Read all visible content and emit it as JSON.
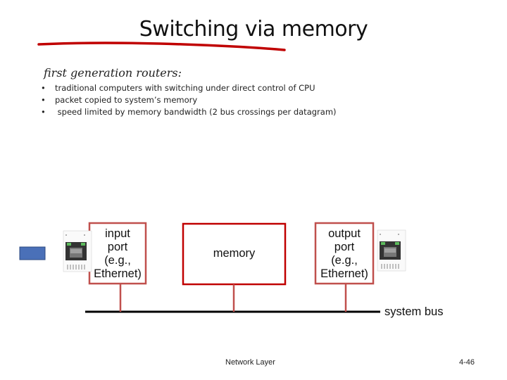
{
  "slide": {
    "title": "Switching via memory",
    "subtitle": "first generation routers:",
    "bullets": [
      {
        "marker": "•",
        "text": "traditional computers with switching under direct control of CPU"
      },
      {
        "marker": "•",
        "text": "packet copied to system’s memory"
      },
      {
        "marker": "•",
        "text": " speed limited by memory bandwidth (2 bus crossings per datagram)"
      }
    ]
  },
  "diagram": {
    "input_port": {
      "line1": "input",
      "line2": "port",
      "line3": "(e.g.,",
      "line4": "Ethernet)"
    },
    "memory": {
      "label": "memory"
    },
    "output_port": {
      "line1": "output",
      "line2": "port",
      "line3": "(e.g.,",
      "line4": "Ethernet)"
    },
    "bus": {
      "label": "system bus"
    },
    "colors": {
      "box_border": "#c0504d",
      "bus_line": "#000000",
      "packet": "#4a70b8",
      "underline": "#c00000"
    },
    "icons": [
      "ethernet-port-icon",
      "packet-icon"
    ]
  },
  "footer": {
    "center": "Network Layer",
    "page": "4-46"
  }
}
